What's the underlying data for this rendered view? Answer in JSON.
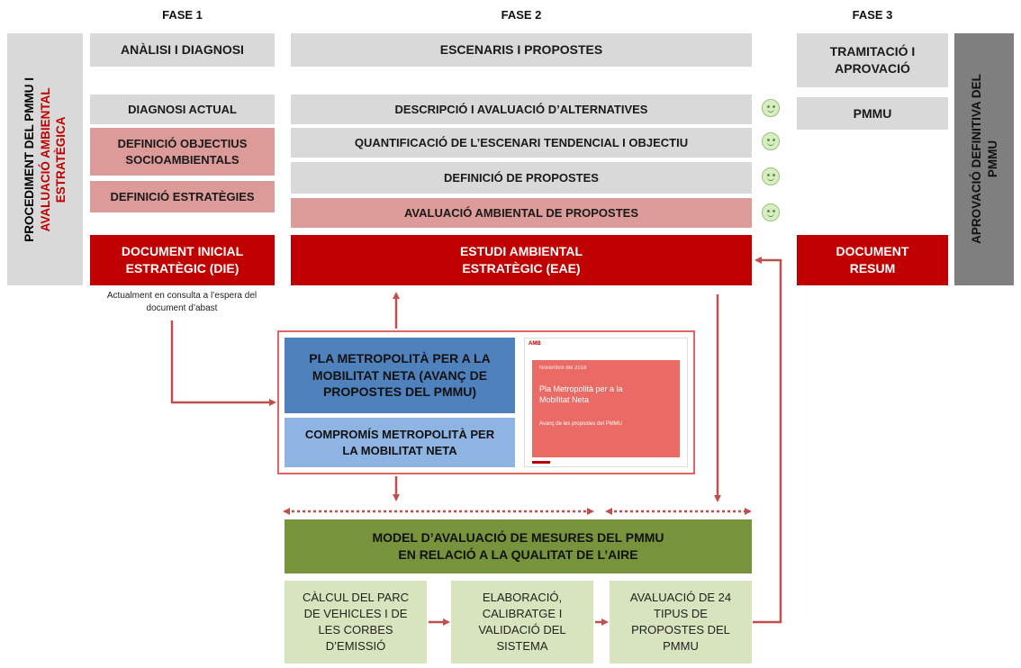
{
  "phases": {
    "fase1": "FASE 1",
    "fase2": "FASE 2",
    "fase3": "FASE 3"
  },
  "side_labels": {
    "left_line1": "PROCEDIMENT DEL PMMU I",
    "left_line2": "AVALUACIÓ AMBIENTAL",
    "left_line3": "ESTRATÈGICA",
    "right_line1": "APROVACIÓ DEFINITIVA DEL",
    "right_line2": "PMMU"
  },
  "fase1_boxes": {
    "header": "ANÀLISI I DIAGNOSI",
    "diagnosi": "DIAGNOSI ACTUAL",
    "objectius": "DEFINICIÓ OBJECTIUS SOCIOAMBIENTALS",
    "estrategies": "DEFINICIÓ ESTRATÈGIES",
    "document": "DOCUMENT INICIAL ESTRATÈGIC (DIE)",
    "note": "Actualment en consulta a l’espera del document d’abast"
  },
  "fase2_boxes": {
    "header": "ESCENARIS I PROPOSTES",
    "alternatives": "DESCRIPCIÓ I AVALUACIÓ D’ALTERNATIVES",
    "quantificacio": "QUANTIFICACIÓ DE L’ESCENARI TENDENCIAL I OBJECTIU",
    "propostes": "DEFINICIÓ DE PROPOSTES",
    "avaluacio": "AVALUACIÓ AMBIENTAL DE PROPOSTES",
    "estudi": "ESTUDI AMBIENTAL ESTRATÈGIC (EAE)"
  },
  "fase3_boxes": {
    "header": "TRAMITACIÓ I APROVACIÓ",
    "pmmu": "PMMU",
    "document": "DOCUMENT RESUM"
  },
  "center": {
    "pla": "PLA METROPOLITÀ PER A LA MOBILITAT NETA (AVANÇ DE PROPOSTES DEL PMMU)",
    "compromis": "COMPROMÍS METROPOLITÀ PER LA MOBILITAT NETA",
    "thumb_logo": "AMB",
    "thumb_small": "Novembre del 2018",
    "thumb_title": "Pla Metropolità per a la Mobilitat Neta",
    "thumb_sub": "Avanç de les propostes del PMMU"
  },
  "model": {
    "title_line1": "MODEL D’AVALUACIÓ DE MESURES DEL PMMU",
    "title_line2": "EN RELACIÓ A LA QUALITAT DE L’AIRE",
    "step1": "CÀLCUL DEL PARC DE VEHICLES I DE LES CORBES D’EMISSIÓ",
    "step2": "ELABORACIÓ, CALIBRATGE I VALIDACIÓ DEL SISTEMA",
    "step3": "AVALUACIÓ DE 24 TIPUS DE PROPOSTES DEL PMMU"
  },
  "icons": [
    "smiley-icon",
    "smiley-icon",
    "smiley-icon",
    "smiley-icon"
  ],
  "colors": {
    "gray": "#d9d9d9",
    "pink": "#dc9a98",
    "red": "#c00000",
    "green": "#77933c",
    "light_green": "#d7e4bd",
    "blue_dark": "#4f81bd",
    "blue_light": "#8eb4e3",
    "arrow": "#c0504d",
    "dark_gray": "#7f7f7f"
  }
}
